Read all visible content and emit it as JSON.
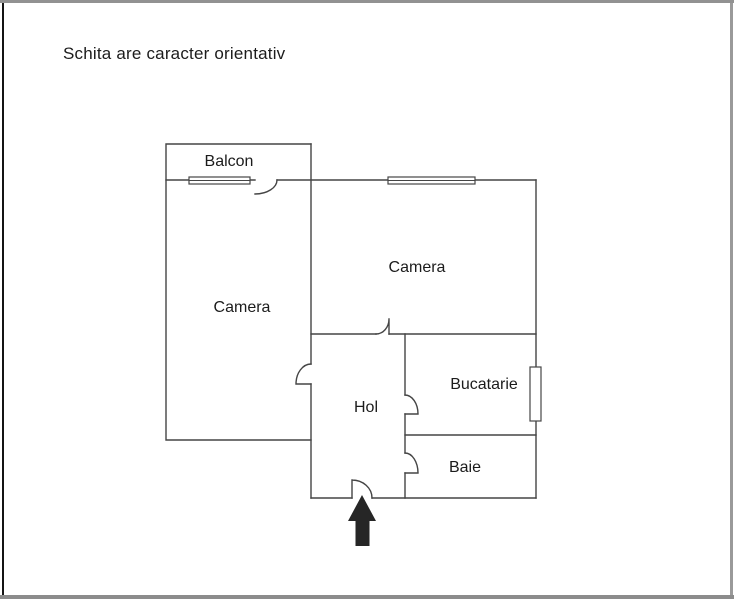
{
  "title": "Schita are caracter orientativ",
  "rooms": [
    {
      "name": "balcon",
      "label": "Balcon"
    },
    {
      "name": "camera-1",
      "label": "Camera"
    },
    {
      "name": "camera-2",
      "label": "Camera"
    },
    {
      "name": "hol",
      "label": "Hol"
    },
    {
      "name": "bucatarie",
      "label": "Bucatarie"
    },
    {
      "name": "baie",
      "label": "Baie"
    }
  ],
  "icons": {
    "entrance_arrow": "up-arrow"
  },
  "colors": {
    "wall": "#454545",
    "text": "#1c1c1c",
    "arrow": "#262626",
    "frame_top": "#929292",
    "frame_bottom": "#8c8c8c",
    "frame_left": "#141414",
    "frame_right": "#9a9a9a",
    "background": "#ffffff"
  }
}
